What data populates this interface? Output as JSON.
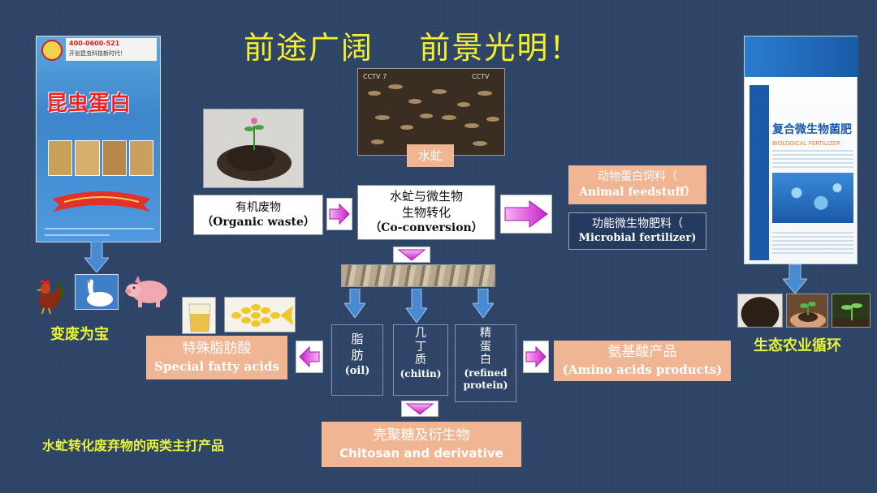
{
  "title": "前途广阔    前景光明！",
  "left_pkg": {
    "phone": "400-0600-521",
    "slogan": "开创昆虫科技新时代！",
    "brand": "昆虫蛋白"
  },
  "right_pkg": {
    "brand": "复合微生物菌肥",
    "brand_en": "BIOLOGICAL FERTILIZER"
  },
  "video": {
    "label": "水虻"
  },
  "organic_waste": {
    "cn": "有机废物",
    "en": "（Organic  waste）"
  },
  "conversion": {
    "cn1": "水虻与微生物",
    "cn2": "生物转化",
    "en": "（Co-conversion）"
  },
  "animal_feed": {
    "cn": "动物蛋白饲料（",
    "en": "Animal  feedstuff）"
  },
  "microbial_fert": {
    "cn": "功能微生物肥料（",
    "en": "Microbial  fertilizer)"
  },
  "left_caption": "变废为宝",
  "right_caption": "生态农业循环",
  "fatty_acids": {
    "cn": "特殊脂肪酸",
    "en": "Special fatty acids"
  },
  "amino_acids": {
    "cn": "氨基酸产品",
    "en": "(Amino acids products)"
  },
  "chitosan": {
    "cn": "壳聚糖及衍生物",
    "en": "Chitosan and derivative"
  },
  "oil": {
    "cn": "脂\n肪",
    "en": "(oil)"
  },
  "chitin": {
    "cn": "几\n丁\n质",
    "en": "(chitin)"
  },
  "protein": {
    "cn": "精\n蛋\n白",
    "en": "(refined\nprotein)"
  },
  "bottom_note": "水虻转化废弃物的两类主打产品",
  "colors": {
    "background": "#2e4468",
    "title": "#f5f02a",
    "caption": "#e8f23a",
    "peach": "#f0b694",
    "arrow_blue": "#4a8ad0",
    "arrow_magenta": "#d62ad6"
  }
}
